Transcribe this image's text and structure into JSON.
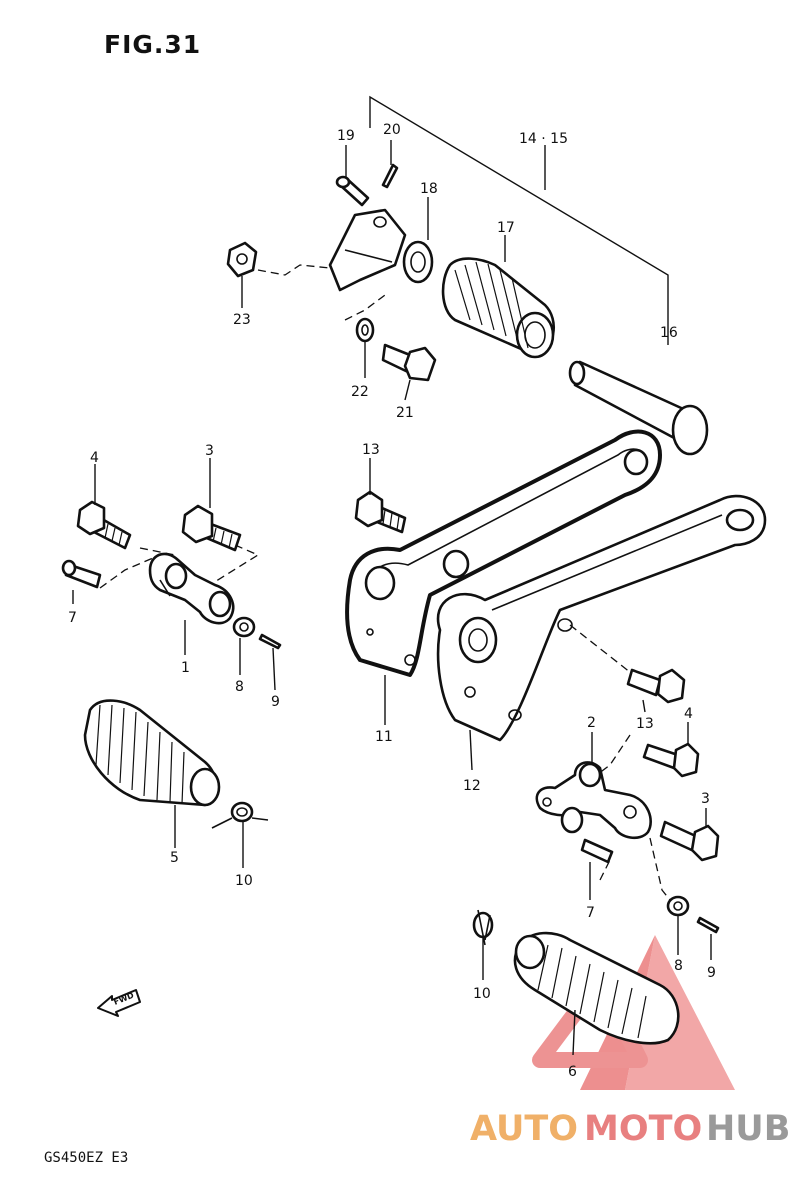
{
  "figure": {
    "title": "FIG.31",
    "model": "GS450EZ  E3"
  },
  "callouts": [
    {
      "id": "c19",
      "text": "19"
    },
    {
      "id": "c20",
      "text": "20"
    },
    {
      "id": "c14",
      "text": "14 · 15"
    },
    {
      "id": "c18",
      "text": "18"
    },
    {
      "id": "c17",
      "text": "17"
    },
    {
      "id": "c23",
      "text": "23"
    },
    {
      "id": "c16",
      "text": "16"
    },
    {
      "id": "c22",
      "text": "22"
    },
    {
      "id": "c21",
      "text": "21"
    },
    {
      "id": "c13a",
      "text": "13"
    },
    {
      "id": "c4a",
      "text": "4"
    },
    {
      "id": "c3a",
      "text": "3"
    },
    {
      "id": "c7a",
      "text": "7"
    },
    {
      "id": "c1",
      "text": "1"
    },
    {
      "id": "c8a",
      "text": "8"
    },
    {
      "id": "c9a",
      "text": "9"
    },
    {
      "id": "c11",
      "text": "11"
    },
    {
      "id": "c12",
      "text": "12"
    },
    {
      "id": "c5",
      "text": "5"
    },
    {
      "id": "c10a",
      "text": "10"
    },
    {
      "id": "c2",
      "text": "2"
    },
    {
      "id": "c13b",
      "text": "13"
    },
    {
      "id": "c4b",
      "text": "4"
    },
    {
      "id": "c3b",
      "text": "3"
    },
    {
      "id": "c7b",
      "text": "7"
    },
    {
      "id": "c8b",
      "text": "8"
    },
    {
      "id": "c9b",
      "text": "9"
    },
    {
      "id": "c10b",
      "text": "10"
    },
    {
      "id": "c6",
      "text": "6"
    }
  ],
  "arrow": {
    "text": "FWD"
  },
  "watermark": {
    "part1": "AUTO",
    "part2": "MOTO",
    "part3": "HUB",
    "colors": {
      "auto": "#f0b068",
      "moto": "#e88080",
      "hub": "#9a9a9a",
      "triangle": "#e87070"
    }
  }
}
